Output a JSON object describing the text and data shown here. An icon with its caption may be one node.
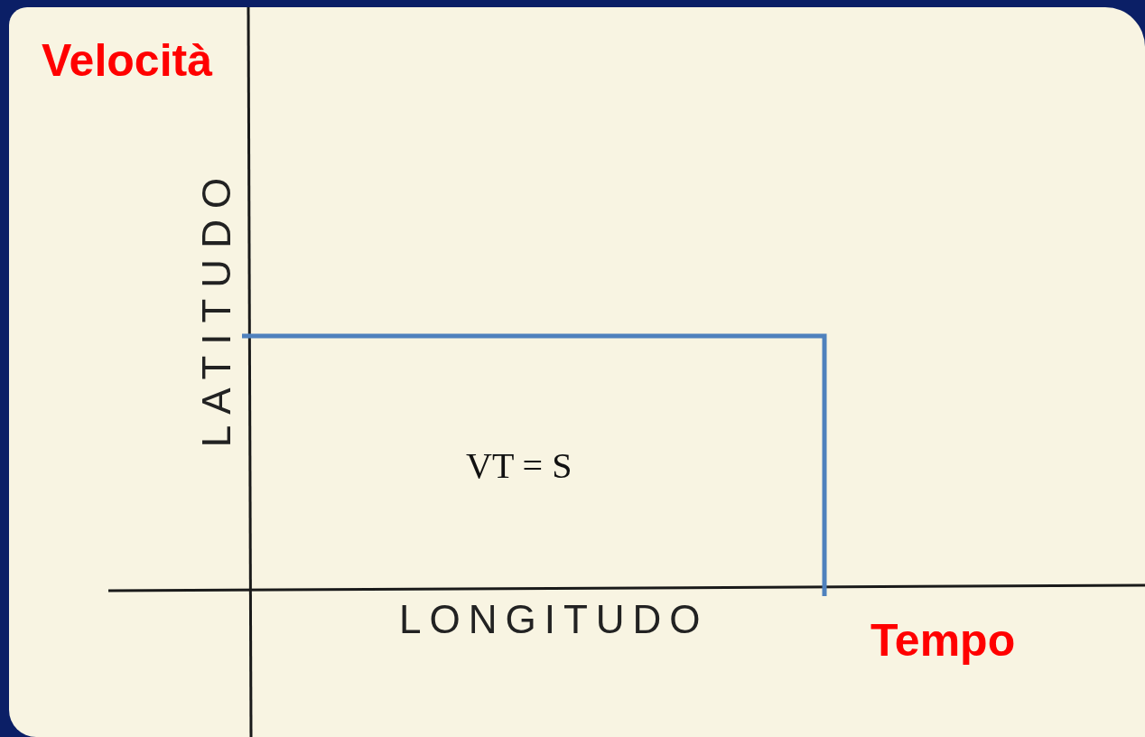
{
  "diagram": {
    "labels": [
      "Velocità",
      "LATITUDO",
      "VT = S",
      "LONGITUDO",
      "Tempo"
    ]
  }
}
